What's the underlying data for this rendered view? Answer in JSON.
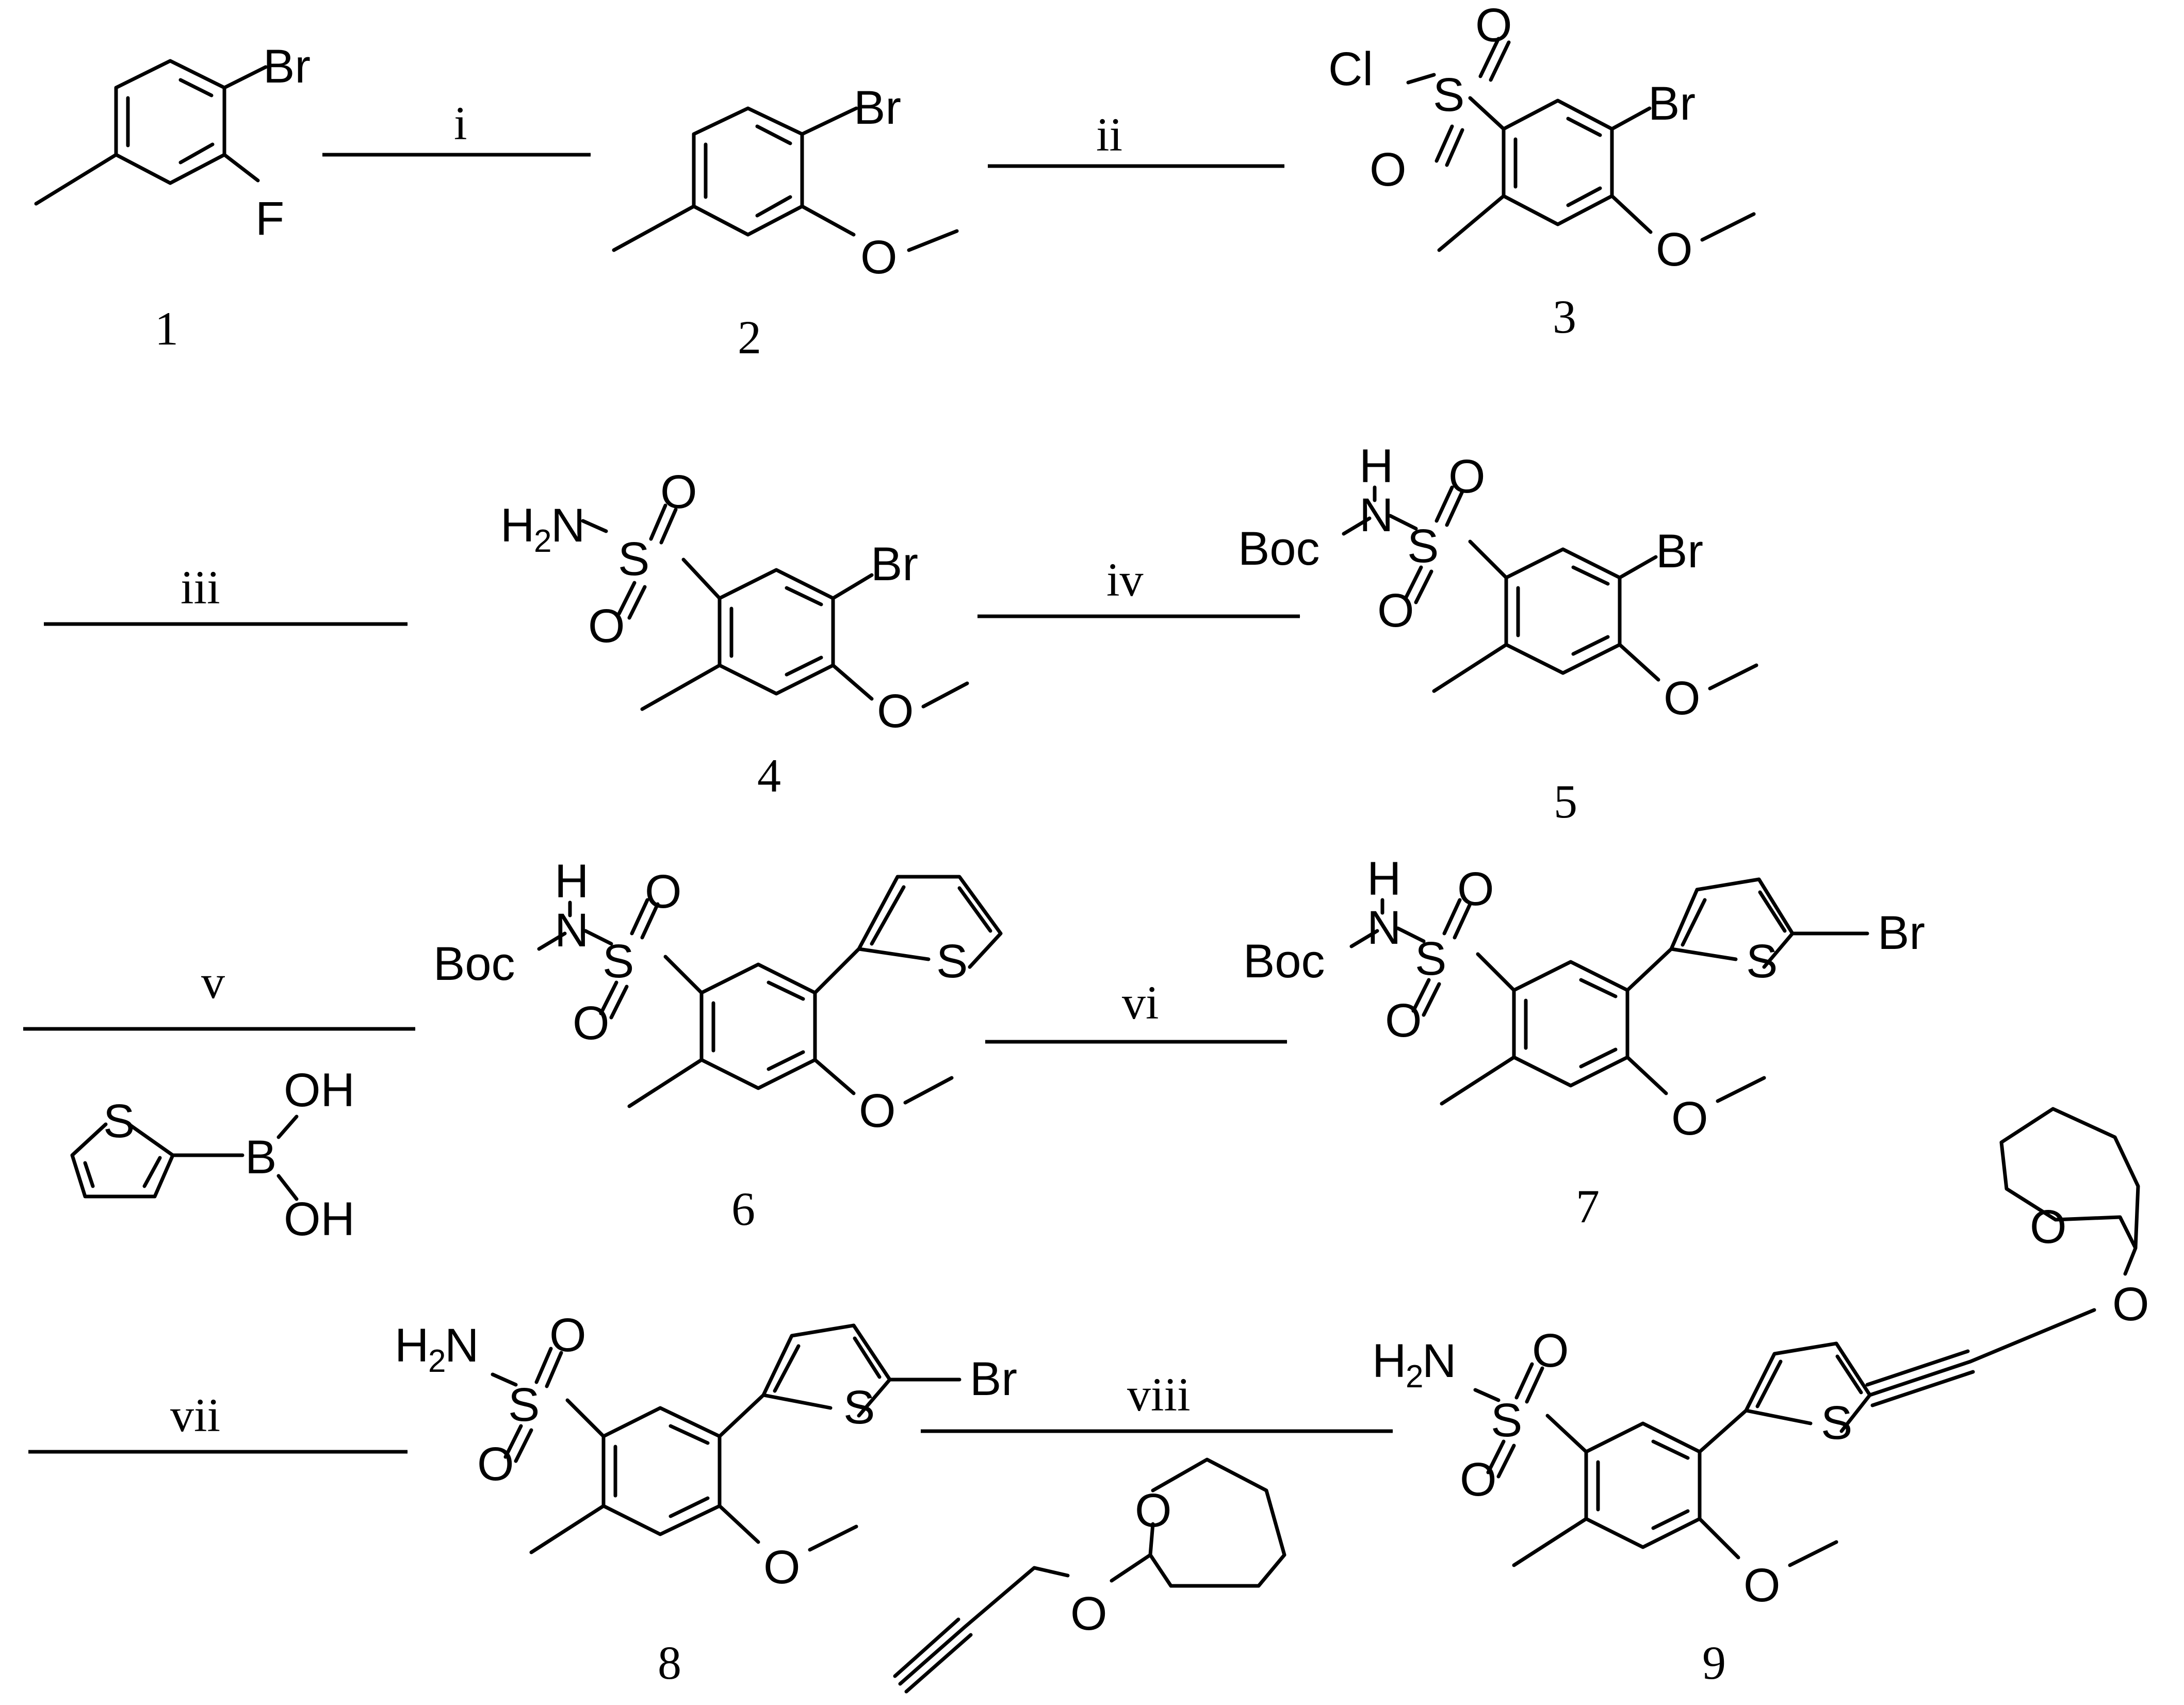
{
  "compounds": [
    {
      "number": "1",
      "atoms": {
        "br": "Br",
        "f": "F"
      }
    },
    {
      "number": "2",
      "atoms": {
        "br": "Br",
        "o": "O"
      }
    },
    {
      "number": "3",
      "atoms": {
        "cl": "Cl",
        "s": "S",
        "o1": "O",
        "o2": "O",
        "br": "Br",
        "o3": "O"
      }
    },
    {
      "number": "4",
      "atoms": {
        "h2n": "H",
        "h2n_sub": "2",
        "h2n_n": "N",
        "s": "S",
        "o1": "O",
        "o2": "O",
        "br": "Br",
        "o3": "O"
      }
    },
    {
      "number": "5",
      "atoms": {
        "h": "H",
        "n": "N",
        "boc": "Boc",
        "s": "S",
        "o1": "O",
        "o2": "O",
        "br": "Br",
        "o3": "O"
      }
    },
    {
      "number": "6",
      "atoms": {
        "h": "H",
        "n": "N",
        "boc": "Boc",
        "s": "S",
        "o1": "O",
        "o2": "O",
        "ts": "S",
        "o3": "O"
      }
    },
    {
      "number": "7",
      "atoms": {
        "h": "H",
        "n": "N",
        "boc": "Boc",
        "s": "S",
        "o1": "O",
        "o2": "O",
        "ts": "S",
        "br": "Br",
        "o3": "O"
      }
    },
    {
      "number": "8",
      "atoms": {
        "h2n": "H",
        "h2n_sub": "2",
        "h2n_n": "N",
        "s": "S",
        "o1": "O",
        "o2": "O",
        "ts": "S",
        "br": "Br",
        "o3": "O"
      }
    },
    {
      "number": "9",
      "atoms": {
        "h2n": "H",
        "h2n_sub": "2",
        "h2n_n": "N",
        "s": "S",
        "o1": "O",
        "o2": "O",
        "ts": "S",
        "o3": "O",
        "thp_o": "O",
        "link_o": "O"
      }
    }
  ],
  "steps": [
    {
      "label": "i"
    },
    {
      "label": "ii"
    },
    {
      "label": "iii"
    },
    {
      "label": "iv"
    },
    {
      "label": "v"
    },
    {
      "label": "vi"
    },
    {
      "label": "vii"
    },
    {
      "label": "viii"
    }
  ],
  "reagents": {
    "boronic_acid": {
      "s": "S",
      "b": "B",
      "oh1": "OH",
      "oh2": "OH"
    },
    "thp_propargyl": {
      "o_ring": "O",
      "o_link": "O"
    }
  },
  "colors": {
    "ink": "#000000",
    "background": "#ffffff"
  }
}
